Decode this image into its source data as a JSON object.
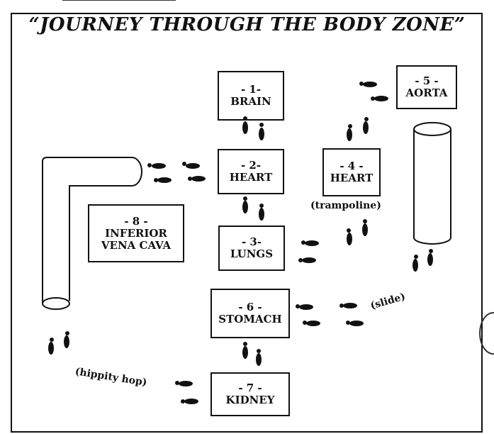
{
  "title": "“JOURNEY THROUGH THE BODY ZONE”",
  "stations": [
    {
      "id": "brain",
      "num": "- 1-",
      "name": "BRAIN"
    },
    {
      "id": "heart",
      "num": "- 2-",
      "name": "HEART"
    },
    {
      "id": "lungs",
      "num": "- 3-",
      "name": "LUNGS"
    },
    {
      "id": "heart-trampoline",
      "num": "- 4 -",
      "name": "HEART"
    },
    {
      "id": "aorta",
      "num": "- 5 -",
      "name": "AORTA"
    },
    {
      "id": "stomach",
      "num": "- 6 -",
      "name": "STOMACH"
    },
    {
      "id": "kidney",
      "num": "- 7 -",
      "name": "KIDNEY"
    },
    {
      "id": "vena-cava",
      "num": "- 8 -",
      "name": "INFERIOR",
      "name2": "VENA CAVA"
    }
  ],
  "notes": {
    "trampoline": "(trampoline)",
    "slide": "(slide)",
    "hippity": "(hippity hop)"
  },
  "colors": {
    "ink": "#111111",
    "paper": "#ffffff"
  }
}
